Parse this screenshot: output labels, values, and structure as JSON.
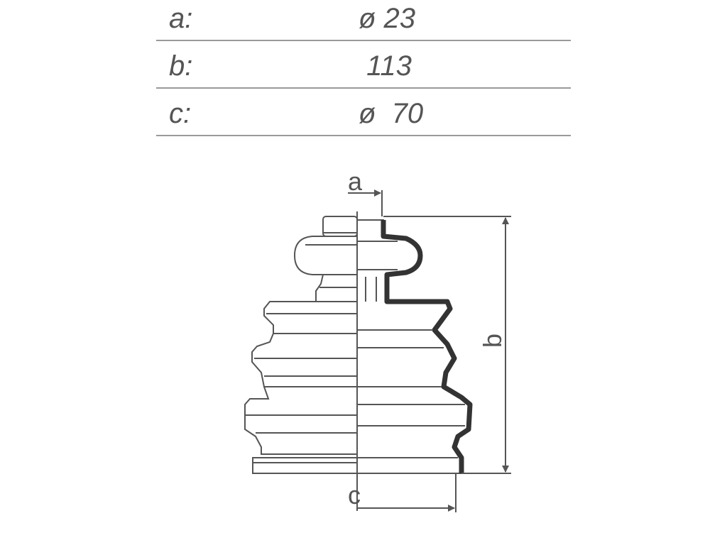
{
  "specs": [
    {
      "label": "a:",
      "value": "ø 23"
    },
    {
      "label": "b:",
      "value": " 113"
    },
    {
      "label": "c:",
      "value": "ø  70"
    }
  ],
  "diagram": {
    "dim_a": "a",
    "dim_b": "b",
    "dim_c": "c",
    "line_color": "#555555",
    "profile_color": "#333333"
  }
}
